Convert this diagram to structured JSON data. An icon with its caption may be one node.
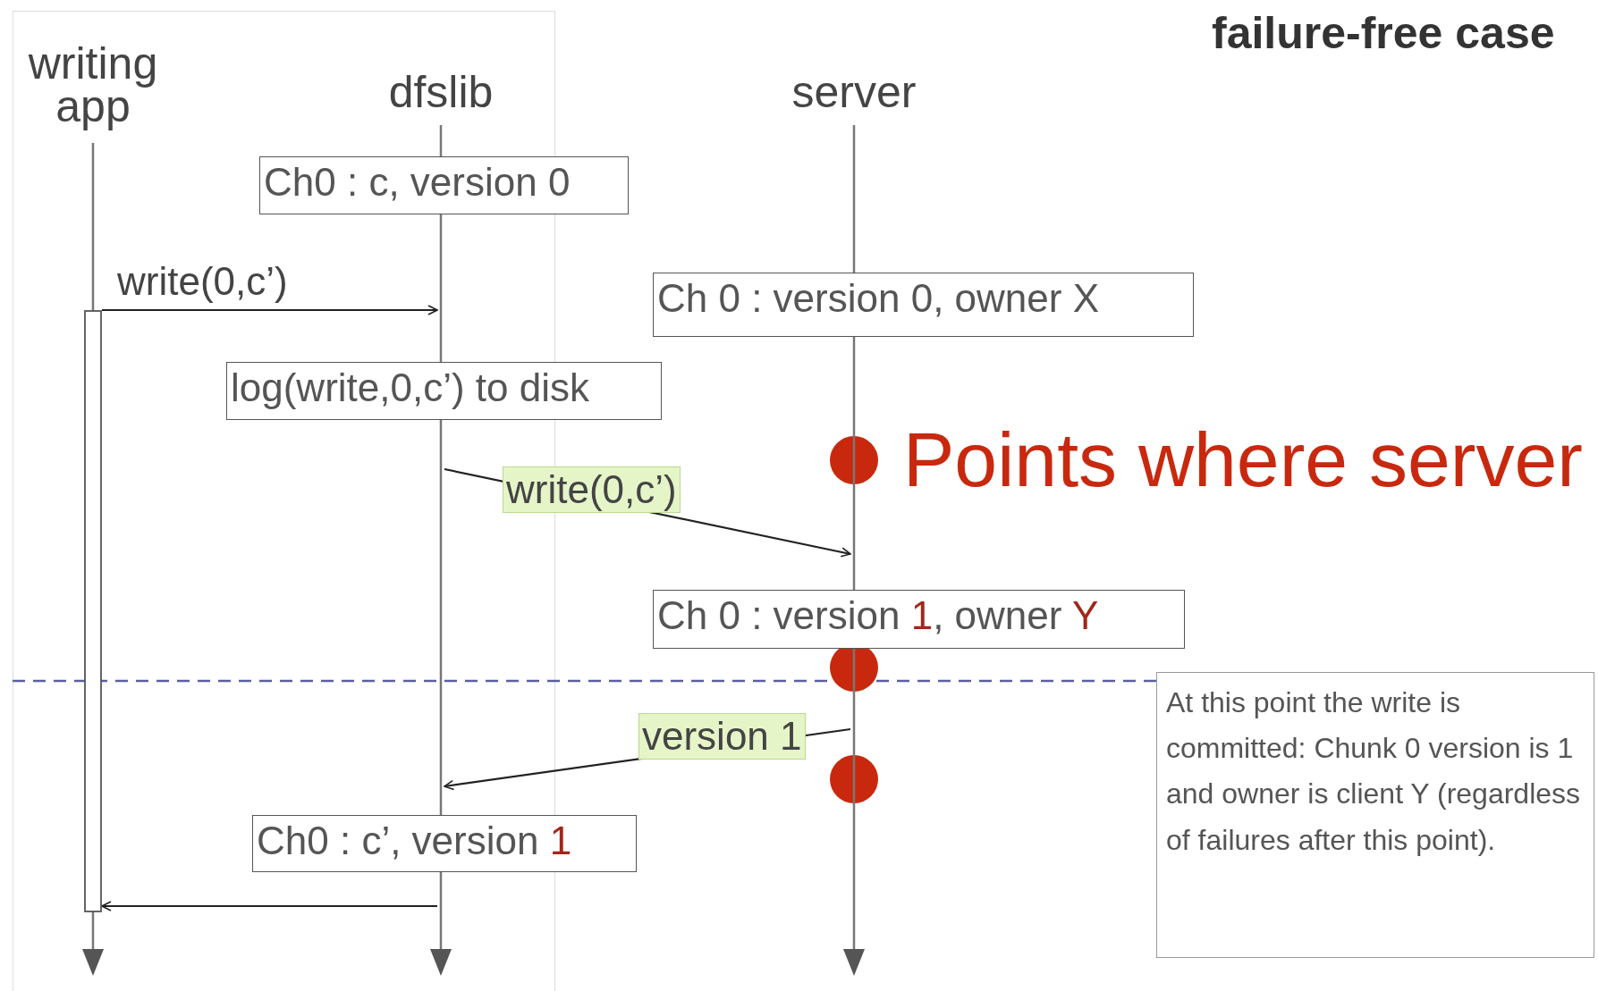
{
  "diagram": {
    "title": "failure-free case",
    "nodes": [
      {
        "text": [
          "writing app"
        ]
      },
      {
        "text": [
          "dfslib"
        ]
      },
      {
        "text": [
          "server"
        ]
      },
      {
        "text": [
          "Ch0 : c, version 0"
        ]
      },
      {
        "text": [
          "Ch 0 : version 0, owner X"
        ]
      },
      {
        "text": [
          "log(write,0,c’) to disk"
        ]
      },
      {
        "text": [
          "Ch 0 : version **1**, owner **Y**"
        ]
      },
      {
        "text": [
          "Ch0 : c’, version **1**"
        ]
      },
      {
        "text": [
          "At this point the write is committed: Chunk 0 version is 1 and owner is client Y (regardless of failures after this point)."
        ]
      }
    ],
    "edges": [
      {
        "from": 0,
        "to": 1,
        "arrow": "to",
        "label": "write(0,c’)"
      },
      {
        "from": 1,
        "to": 2,
        "arrow": "to",
        "label": "write(0,c’)"
      },
      {
        "from": 2,
        "to": 1,
        "arrow": "to",
        "label": "version 1"
      },
      {
        "from": 1,
        "to": 0,
        "arrow": "to"
      }
    ],
    "labels": [
      "Points where server"
    ]
  }
}
